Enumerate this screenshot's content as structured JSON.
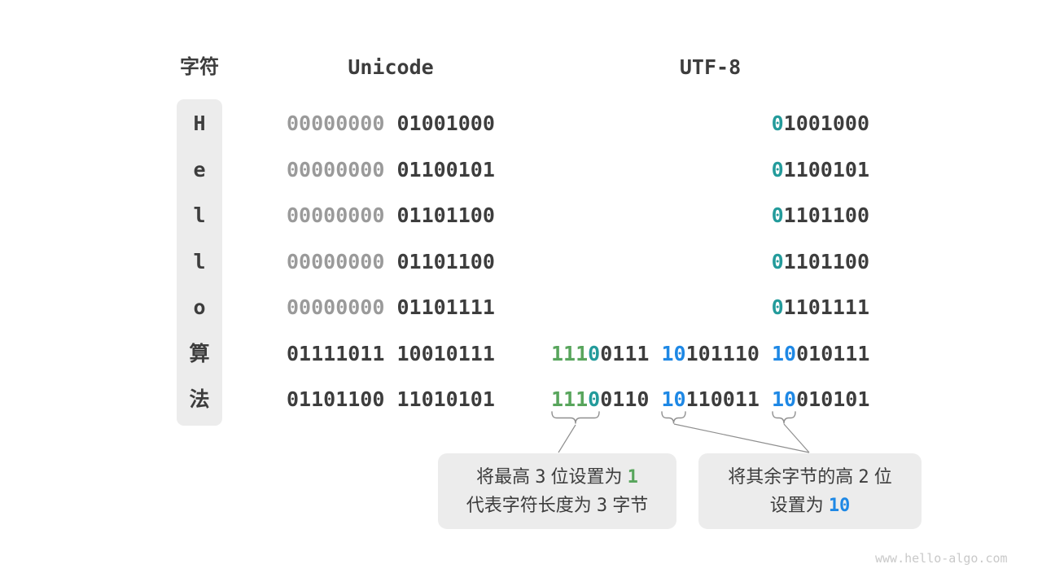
{
  "colors": {
    "dark": "#3d3d3d",
    "gray": "#9a9a9a",
    "green": "#58a55c",
    "teal": "#239b9b",
    "blue": "#1e88e5",
    "box_bg": "#ececec",
    "line": "#8f8f8f",
    "watermark": "#c9c9c9"
  },
  "header": {
    "char_label": "字符",
    "unicode_label": "Unicode",
    "utf8_label": "UTF-8"
  },
  "rows": [
    {
      "char": "H",
      "unicode": [
        {
          "t": "00000000 ",
          "c": "gray"
        },
        {
          "t": "01001000",
          "c": "dark"
        }
      ],
      "utf8": [
        [
          {
            "t": "0",
            "c": "teal"
          },
          {
            "t": "1001000",
            "c": "dark"
          }
        ]
      ]
    },
    {
      "char": "e",
      "unicode": [
        {
          "t": "00000000 ",
          "c": "gray"
        },
        {
          "t": "01100101",
          "c": "dark"
        }
      ],
      "utf8": [
        [
          {
            "t": "0",
            "c": "teal"
          },
          {
            "t": "1100101",
            "c": "dark"
          }
        ]
      ]
    },
    {
      "char": "l",
      "unicode": [
        {
          "t": "00000000 ",
          "c": "gray"
        },
        {
          "t": "01101100",
          "c": "dark"
        }
      ],
      "utf8": [
        [
          {
            "t": "0",
            "c": "teal"
          },
          {
            "t": "1101100",
            "c": "dark"
          }
        ]
      ]
    },
    {
      "char": "l",
      "unicode": [
        {
          "t": "00000000 ",
          "c": "gray"
        },
        {
          "t": "01101100",
          "c": "dark"
        }
      ],
      "utf8": [
        [
          {
            "t": "0",
            "c": "teal"
          },
          {
            "t": "1101100",
            "c": "dark"
          }
        ]
      ]
    },
    {
      "char": "o",
      "unicode": [
        {
          "t": "00000000 ",
          "c": "gray"
        },
        {
          "t": "01101111",
          "c": "dark"
        }
      ],
      "utf8": [
        [
          {
            "t": "0",
            "c": "teal"
          },
          {
            "t": "1101111",
            "c": "dark"
          }
        ]
      ]
    },
    {
      "char": "算",
      "unicode": [
        {
          "t": "01111011 10010111",
          "c": "dark"
        }
      ],
      "utf8": [
        [
          {
            "t": "111",
            "c": "green"
          },
          {
            "t": "0",
            "c": "teal"
          },
          {
            "t": "0111",
            "c": "dark"
          }
        ],
        [
          {
            "t": "10",
            "c": "blue"
          },
          {
            "t": "101110",
            "c": "dark"
          }
        ],
        [
          {
            "t": "10",
            "c": "blue"
          },
          {
            "t": "010111",
            "c": "dark"
          }
        ]
      ]
    },
    {
      "char": "法",
      "unicode": [
        {
          "t": "01101100 11010101",
          "c": "dark"
        }
      ],
      "utf8": [
        [
          {
            "t": "111",
            "c": "green"
          },
          {
            "t": "0",
            "c": "teal"
          },
          {
            "t": "0110",
            "c": "dark"
          }
        ],
        [
          {
            "t": "10",
            "c": "blue"
          },
          {
            "t": "110011",
            "c": "dark"
          }
        ],
        [
          {
            "t": "10",
            "c": "blue"
          },
          {
            "t": "010101",
            "c": "dark"
          }
        ]
      ]
    }
  ],
  "callouts": {
    "box1": {
      "lines": [
        [
          {
            "t": "将最高 "
          },
          {
            "t": "3",
            "c": "num"
          },
          {
            "t": " 位设置为 "
          },
          {
            "t": "1",
            "c": "green-num"
          }
        ],
        [
          {
            "t": "代表字符长度为 "
          },
          {
            "t": "3",
            "c": "num"
          },
          {
            "t": " 字节"
          }
        ]
      ]
    },
    "box2": {
      "lines": [
        [
          {
            "t": "将其余字节的高 "
          },
          {
            "t": "2",
            "c": "num"
          },
          {
            "t": " 位"
          }
        ],
        [
          {
            "t": "设置为 "
          },
          {
            "t": "10",
            "c": "blue-num"
          }
        ]
      ]
    }
  },
  "watermark": "www.hello-algo.com"
}
